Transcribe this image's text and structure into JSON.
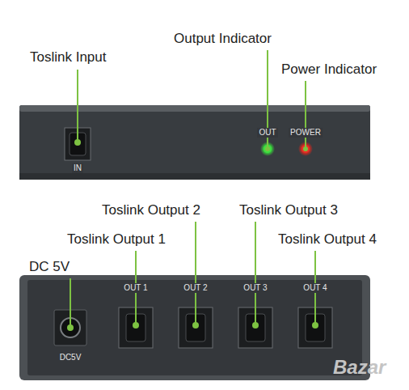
{
  "diagram": {
    "nodes": [
      {
        "text": [
          "IN",
          "OUT",
          "POWER"
        ]
      },
      {
        "text": [
          "DC5V",
          "OUT 1",
          "OUT 2",
          "OUT 3",
          "OUT 4"
        ]
      }
    ],
    "labels": [
      "Toslink Input",
      "Output Indicator",
      "Power Indicator",
      "Toslink Output 2",
      "Toslink Output 3",
      "Toslink Output 1",
      "Toslink Output 4",
      "DC 5V",
      "Bazar"
    ]
  }
}
